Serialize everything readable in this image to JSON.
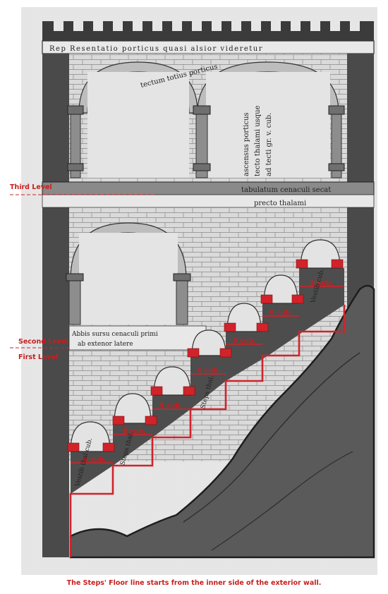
{
  "colors": {
    "annotation_red": "#d0232a",
    "parchment": "#dcdcdc",
    "ink": "#2a2a2a",
    "rock": "#5f5f5f"
  },
  "manuscript": {
    "top_banner": "Rep Resentatio porticus quasi alsior videretur",
    "arch_caption": "tectum totius porticus",
    "vertical_left": "ascensus porticus",
    "vertical_mid": "tecto thalami usque",
    "vertical_right": "ad tecti gr. v. cub.",
    "beam_caption_1": "tabulatum cenaculi secat",
    "beam_caption_2": "precto thalami",
    "lower_caption_1": "Abbis sursu cenaculi primi",
    "lower_caption_2": "ab extenor latere",
    "step_text_1": "Vestib thal cub.",
    "step_text_2": "Steps thal.",
    "step_text_3": "Steps thal.",
    "step_text_4": "Vestib cub."
  },
  "levels": {
    "third": "Third Level",
    "second": "Second Level",
    "first": "First Level"
  },
  "steps": [
    "8 cub.",
    "6 cub.",
    "5 cub.",
    "6 cub.",
    "5 cub.",
    "6 cub.",
    "8 cub."
  ],
  "footer_note": "The Steps' Floor line starts from the inner side of the exterior wall."
}
